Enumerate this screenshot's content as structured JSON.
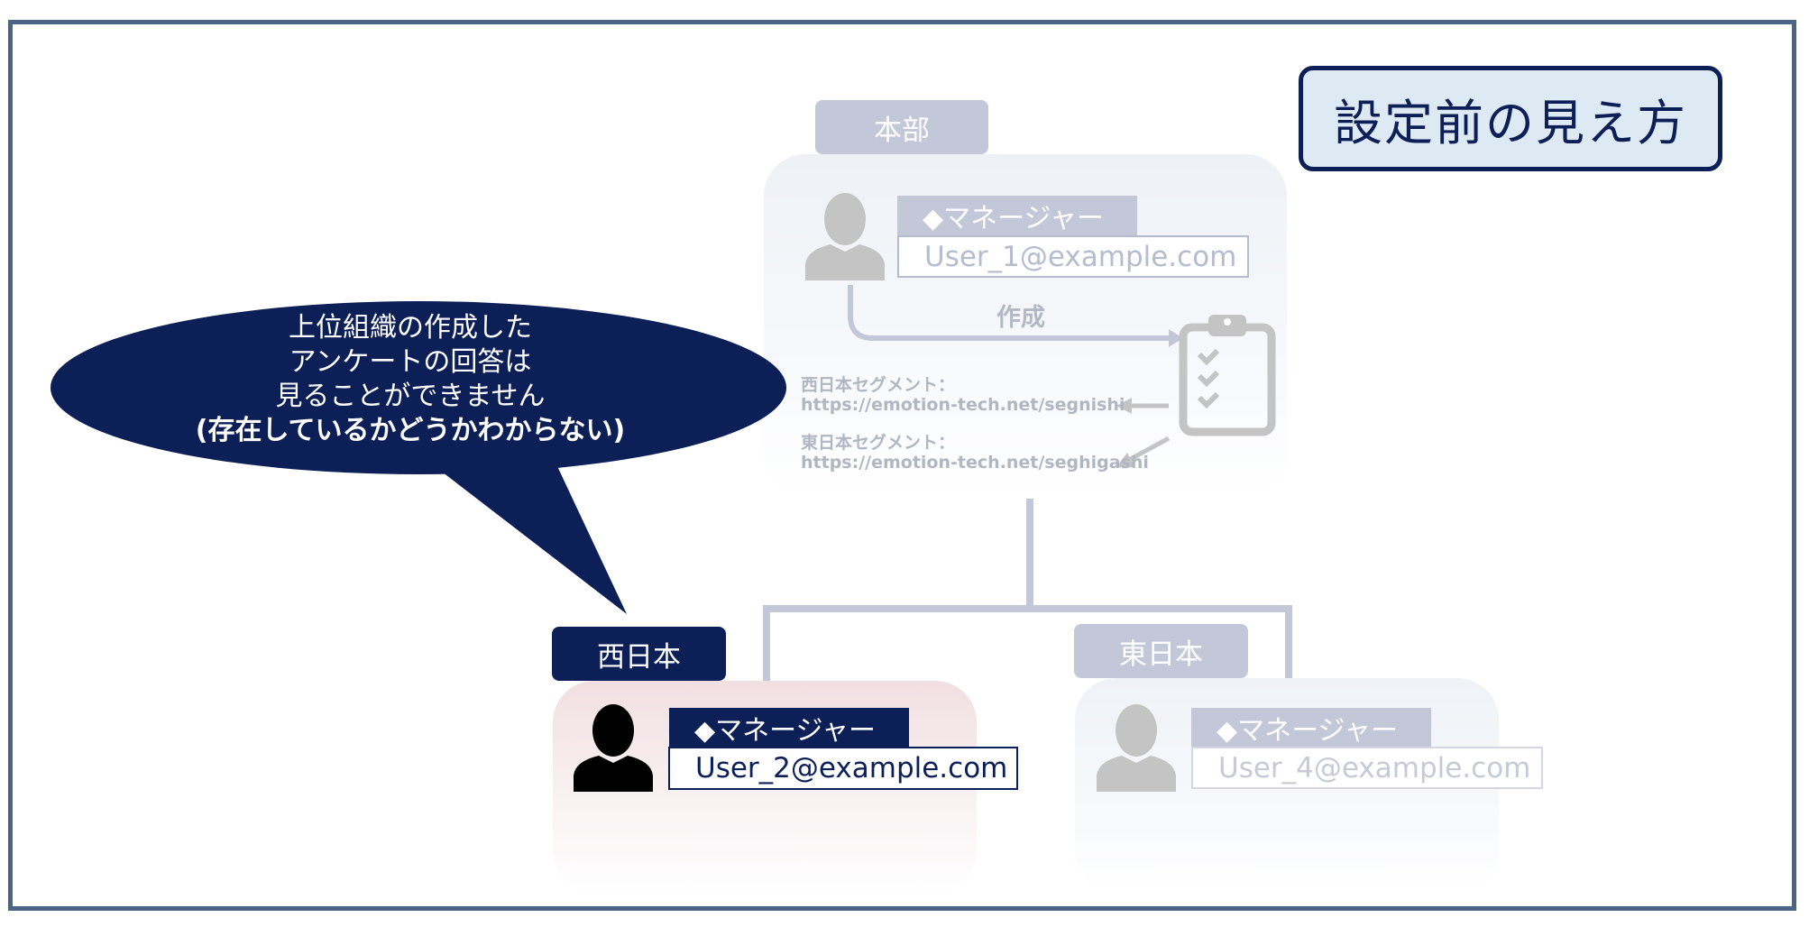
{
  "title": "設定前の見え方",
  "orgs": {
    "honbu": {
      "name": "本部",
      "role": "◆マネージャー",
      "email": "User_1@example.com"
    },
    "west": {
      "name": "西日本",
      "role": "◆マネージャー",
      "email": "User_2@example.com"
    },
    "east": {
      "name": "東日本",
      "role": "◆マネージャー",
      "email": "User_4@example.com"
    }
  },
  "create_label": "作成",
  "segments": [
    {
      "label": "西日本セグメント：",
      "url": "https://emotion-tech.net/segnishi"
    },
    {
      "label": "東日本セグメント：",
      "url": "https://emotion-tech.net/seghigashi"
    }
  ],
  "bubble": {
    "line1": "上位組織の作成した",
    "line2": "アンケートの回答は",
    "line3": "見ることができません",
    "line4": "(存在しているかどうかわからない)"
  },
  "colors": {
    "dark_navy": "#0c1f57",
    "faded": "#c3c8d8",
    "connector": "#c3c8d8",
    "icon_gray": "#c4c4c4"
  },
  "icons": [
    "person-icon",
    "clipboard-checklist-icon",
    "arrow-icon"
  ]
}
